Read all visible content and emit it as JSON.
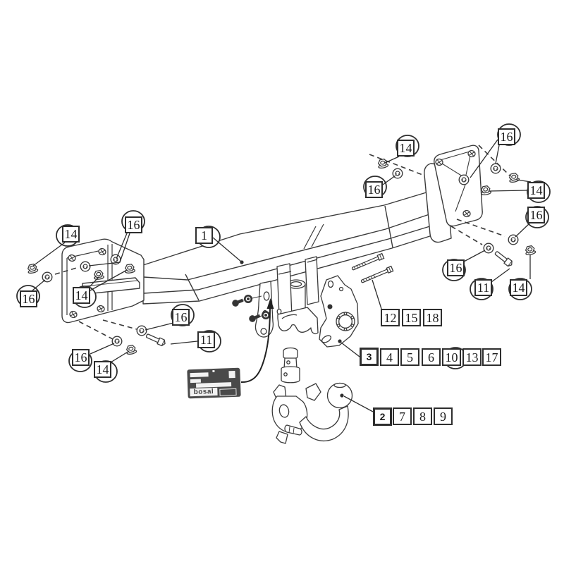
{
  "colors": {
    "background": "#ffffff",
    "line": "#3a3a3a",
    "label_bg": "#4a4a4a"
  },
  "brand_label": {
    "text": "bosal"
  },
  "callouts": {
    "single": [
      {
        "label": "1"
      },
      {
        "label": "14"
      },
      {
        "label": "16"
      },
      {
        "label": "14"
      },
      {
        "label": "16"
      },
      {
        "label": "16"
      },
      {
        "label": "16"
      },
      {
        "label": "14"
      },
      {
        "label": "11"
      },
      {
        "label": "14"
      },
      {
        "label": "16"
      },
      {
        "label": "16"
      },
      {
        "label": "14"
      },
      {
        "label": "16"
      },
      {
        "label": "16"
      },
      {
        "label": "11"
      },
      {
        "label": "14"
      }
    ],
    "row_top": [
      {
        "label": "12"
      },
      {
        "label": "15"
      },
      {
        "label": "18"
      }
    ],
    "row_mid": [
      {
        "label": "3"
      },
      {
        "label": "4"
      },
      {
        "label": "5"
      },
      {
        "label": "6"
      },
      {
        "label": "10"
      },
      {
        "label": "13"
      },
      {
        "label": "17"
      }
    ],
    "row_bottom": [
      {
        "label": "2"
      },
      {
        "label": "7"
      },
      {
        "label": "8"
      },
      {
        "label": "9"
      }
    ]
  }
}
